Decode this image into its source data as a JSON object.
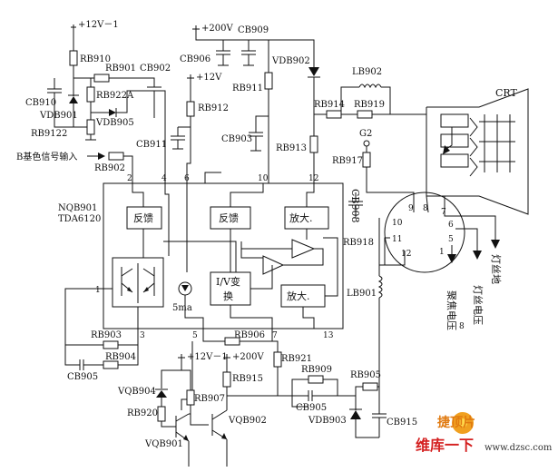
{
  "chip": {
    "ref": "NQB901",
    "part": "TDA6120",
    "blocks": {
      "feedback_1": "反馈",
      "feedback_2": "反馈",
      "amp_1": "放大.",
      "amp_2": "放大.",
      "iv_line1": "I/V变",
      "iv_line2": "换",
      "current": "5ma"
    },
    "pins": {
      "p1": "1",
      "p2": "2",
      "p3": "3",
      "p4": "4",
      "p5": "5",
      "p6": "6",
      "p7": "7",
      "p10": "10",
      "p12": "12",
      "p13": "13"
    }
  },
  "labels": {
    "v12_top": "+12V－1",
    "v12_mid": "+12V",
    "v200_top": "+200V",
    "v12_bot": "+12V－1",
    "v200_bot": "+200V",
    "rb910": "RB910",
    "rb901": "RB901",
    "cb902": "CB902",
    "cb910": "CB910",
    "vdb901": "VDB901",
    "rb922a": "RB922A",
    "vdb905": "VDB905",
    "rb9122": "RB9122",
    "cb911": "CB911",
    "rb912": "RB912",
    "input_label": "B基色信号输入",
    "rb902": "RB902",
    "cb906": "CB906",
    "cb909": "CB909",
    "rb911": "RB911",
    "cb903": "CB903",
    "vdb902": "VDB902",
    "rb913": "RB913",
    "lb902": "LB902",
    "rb914": "RB914",
    "rb919": "RB919",
    "crt": "CRT",
    "g2": "G2",
    "rb917": "RB917",
    "cb908": "CB908",
    "rb918": "RB918",
    "lb901": "LB901",
    "rb903": "RB903",
    "rb904": "RB904",
    "cb905_left": "CB905",
    "rb906": "RB906",
    "rb921": "RB921",
    "rb915": "RB915",
    "vqb904": "VQB904",
    "rb907": "RB907",
    "rb920": "RB920",
    "vqb901": "VQB901",
    "vqb902": "VQB902",
    "rb909": "RB909",
    "cb905_right": "CB905",
    "vdb903": "VDB903",
    "rb905": "RB905",
    "cb915": "CB915",
    "socket_pins": [
      "9",
      "8",
      "7",
      "10",
      "6",
      "11",
      "12",
      "5",
      "1"
    ],
    "out_filament_gnd": "灯丝地",
    "out_focus": "聚焦电压",
    "out_filament_v": "灯丝电压",
    "out_8": "8"
  },
  "watermark": {
    "top": "捷顶片",
    "bottom": "维库一下",
    "url": "www.dzsc.com"
  }
}
